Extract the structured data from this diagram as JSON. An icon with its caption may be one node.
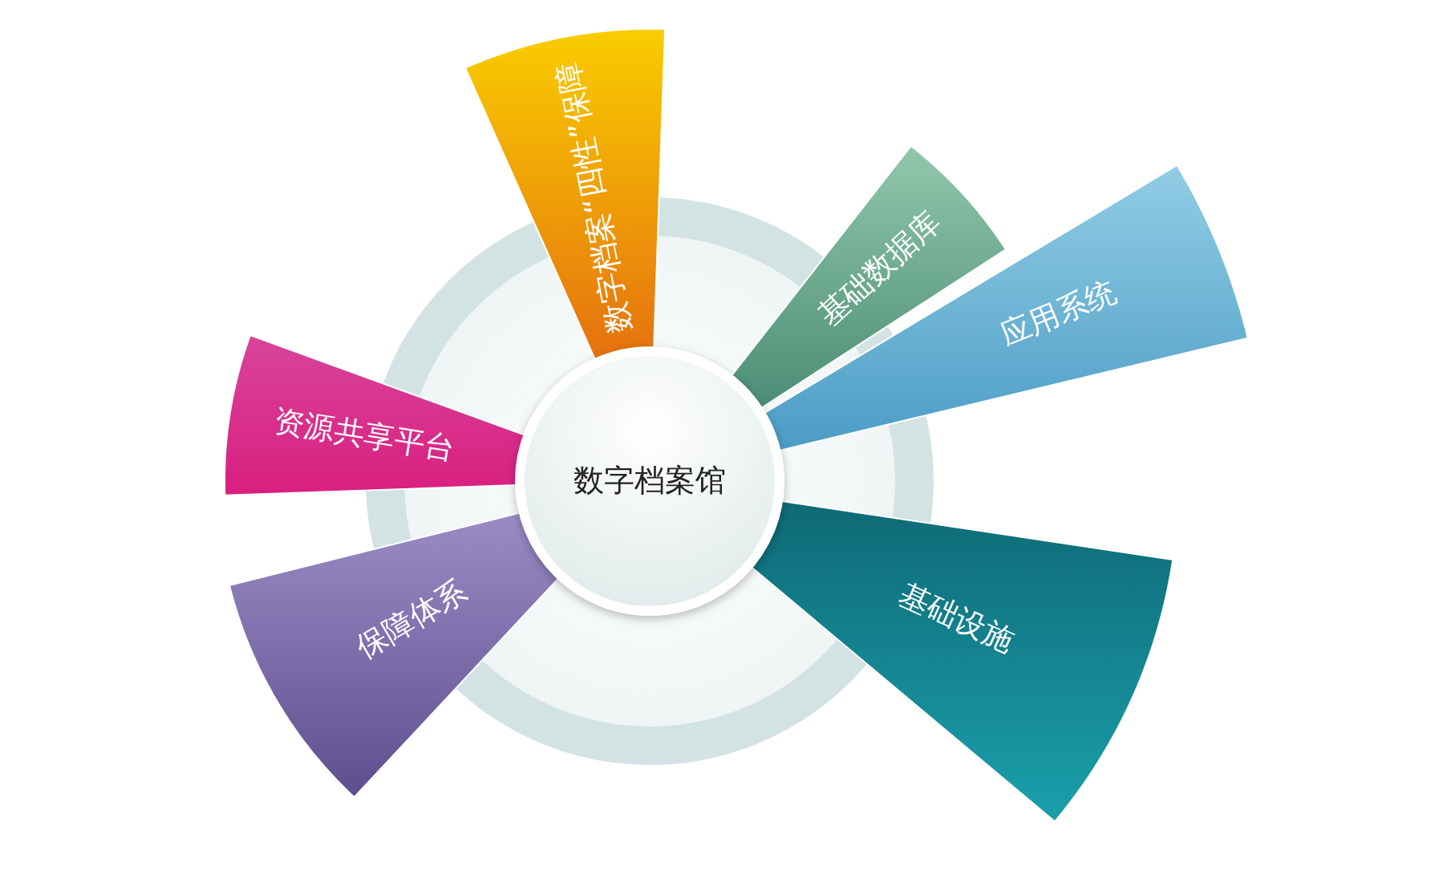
{
  "diagram": {
    "nodes": [
      {
        "text": [
          "数字档案馆"
        ]
      },
      {
        "text": [
          "数字档案“四性”保障"
        ]
      },
      {
        "text": [
          "基础数据库"
        ]
      },
      {
        "text": [
          "应用系统"
        ]
      },
      {
        "text": [
          "资源共享平台"
        ]
      },
      {
        "text": [
          "保障体系"
        ]
      },
      {
        "text": [
          "基础设施"
        ]
      }
    ]
  }
}
